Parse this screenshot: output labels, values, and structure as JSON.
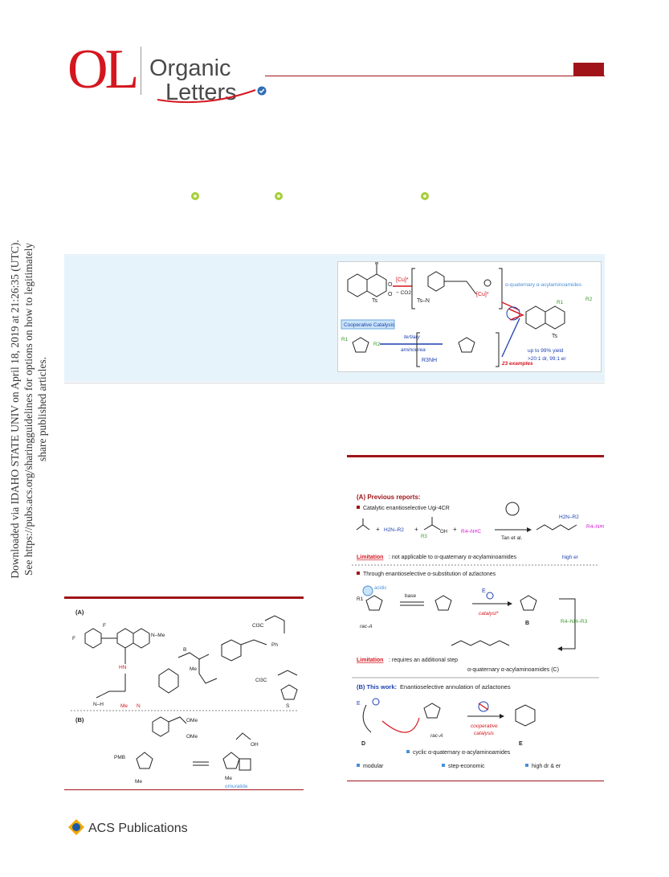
{
  "header": {
    "logo_mark": "OL",
    "logo_word1": "Organic",
    "logo_word2": "Letters"
  },
  "sidebar_notice": {
    "line1": "Downloaded via IDAHO STATE UNIV on April 18, 2019 at 21:26:35 (UTC).",
    "line2": "See https://pubs.acs.org/sharingguidelines for options on how to legitimately share published articles."
  },
  "toc_graphic": {
    "cu_catalyst": "[Cu]*",
    "minus_co2": "− CO2",
    "ts_n": "Ts–N",
    "cu_star": "[Cu]*",
    "ts": "Ts",
    "cooperative": "Cooperative Catalysis",
    "tertiary": "tertiary",
    "aminourea": "aminourea",
    "r3nh": "R3NH",
    "product_label": "α-quaternary α-acylaminoamides",
    "examples": "23 examples",
    "yield": "up to 99% yield",
    "selectivity": ">20:1 dr, 99:1 er",
    "r1": "R1",
    "r2": "R2",
    "n": "N",
    "o": "O",
    "h": "H"
  },
  "figure1": {
    "a_title": "(A) Previous reports:",
    "a_bullet1": "Catalytic enantioselective Ugi-4CR",
    "h2n_r2": "H2N–R2",
    "r3": "R3",
    "oh": "OH",
    "r4_nc": "R4–N≡C",
    "tan": "Tan et al.",
    "r1": "R1",
    "limitation_word": "Limitation",
    "limitation_a": ": not applicable to α-quaternary α-acylaminoamides",
    "high_er": "high er",
    "a_bullet2": "Through enantioselective α-substitution of azlactones",
    "acidic": "acidic",
    "base": "base",
    "e_plus": "E",
    "catalyst": "catalyst*",
    "rac_a": "rac-A",
    "b": "B",
    "r4nh_r3": "R4–NH–R3",
    "limitation_b": ": requires an additional step",
    "product_c": "α-quaternary α-acylaminoamides (C)",
    "b_title": "(B) This work:",
    "b_subtitle": "Enantioselective annulation of azlactones",
    "d": "D",
    "e": "E",
    "coop1": "cooperative",
    "coop2": "catalysis",
    "bullet_cyclic": "cyclic α-quaternary α-acylaminoamides",
    "bullet_modular": "modular",
    "bullet_step": "step-economic",
    "bullet_dr": "high dr & er"
  },
  "figure2": {
    "a_label": "(A)",
    "b_label": "(B)",
    "n_me": "N–Me",
    "f": "F",
    "hn": "HN",
    "nh": "N–H",
    "me": "Me",
    "n_me2": "N",
    "cl3c": "Cl3C",
    "ph": "Ph",
    "pmb": "PMB",
    "ome": "OMe",
    "oh": "OH",
    "omuralide": "omuralide",
    "b_atom": "B",
    "s": "S"
  },
  "footer": {
    "publisher": "ACS Publications"
  },
  "colors": {
    "brand_red": "#a01419",
    "logo_red": "#d4171f",
    "abstract_bg": "#e7f3fb",
    "reaction_red": "#d4171f",
    "reaction_blue": "#1c3fb0",
    "reaction_green": "#3a9a2a",
    "reaction_magenta": "#d61ad6",
    "light_blue": "#4a90d9"
  }
}
